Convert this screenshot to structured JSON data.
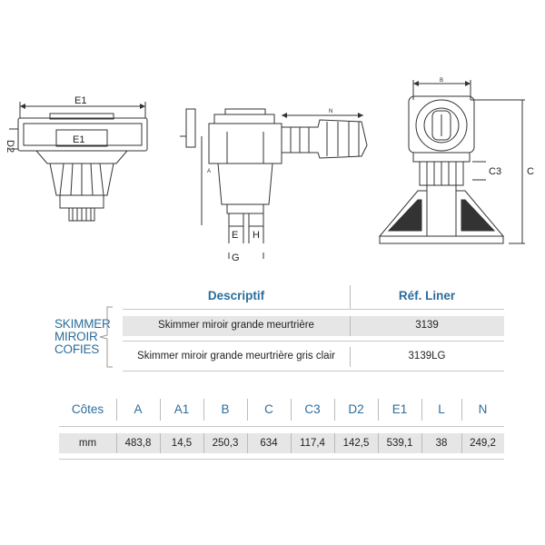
{
  "drawing": {
    "front_view": {
      "dim_label_width": "E1",
      "dim_label_depth": "D2",
      "plate_label": "E1"
    },
    "side_view": {
      "dim_label_n": "N",
      "dim_label_a": "A",
      "dim_label_e": "E",
      "dim_label_h": "H",
      "dim_label_g": "G"
    },
    "rear_view": {
      "dim_label_b": "B",
      "dim_label_c3": "C3",
      "dim_label_c": "C"
    }
  },
  "product_table": {
    "brand_lines": [
      "SKIMMER",
      "MIROIR",
      "COFIES"
    ],
    "header_description": "Descriptif",
    "header_reference": "Réf. Liner",
    "rows": [
      {
        "description": "Skimmer miroir grande meurtrière",
        "reference": "3139"
      },
      {
        "description": "Skimmer miroir grande meurtrière gris clair",
        "reference": "3139LG"
      }
    ]
  },
  "dimensions_table": {
    "headers": [
      "Côtes",
      "A",
      "A1",
      "B",
      "C",
      "C3",
      "D2",
      "E1",
      "L",
      "N"
    ],
    "values": [
      "mm",
      "483,8",
      "14,5",
      "250,3",
      "634",
      "117,4",
      "142,5",
      "539,1",
      "38",
      "249,2"
    ]
  },
  "colors": {
    "accent": "#2b6d9c",
    "row_shade": "#e6e6e6",
    "line": "#333333"
  }
}
